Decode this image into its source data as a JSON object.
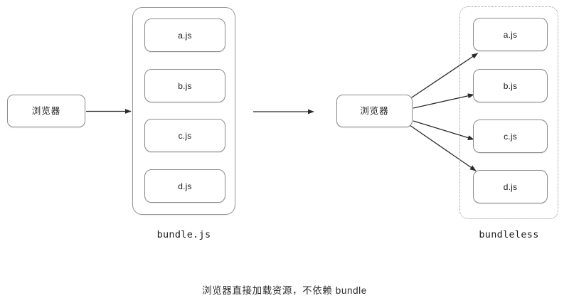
{
  "diagram": {
    "caption": "浏览器直接加载资源，不依赖 bundle",
    "colors": {
      "background": "#ffffff",
      "node_border": "#8c8c8c",
      "container_border": "#9a9a9a",
      "arrow": "#2b2b2b",
      "text": "#1a1a1a"
    },
    "left_side": {
      "browser": {
        "label": "浏览器"
      },
      "bundle_group": {
        "caption": "bundle.js",
        "border_style": "solid",
        "modules": [
          {
            "label": "a.js"
          },
          {
            "label": "b.js"
          },
          {
            "label": "c.js"
          },
          {
            "label": "d.js"
          }
        ]
      }
    },
    "right_side": {
      "browser": {
        "label": "浏览器"
      },
      "bundleless_group": {
        "caption": "bundleless",
        "border_style": "dotted",
        "modules": [
          {
            "label": "a.js"
          },
          {
            "label": "b.js"
          },
          {
            "label": "c.js"
          },
          {
            "label": "d.js"
          }
        ]
      }
    },
    "arrows": {
      "left_browser_to_bundle": {
        "from": "browser",
        "to": "bundle.js"
      },
      "transition": {
        "from": "bundle approach",
        "to": "bundleless approach"
      },
      "fanout": [
        {
          "from": "浏览器",
          "to": "a.js"
        },
        {
          "from": "浏览器",
          "to": "b.js"
        },
        {
          "from": "浏览器",
          "to": "c.js"
        },
        {
          "from": "浏览器",
          "to": "d.js"
        }
      ]
    }
  }
}
